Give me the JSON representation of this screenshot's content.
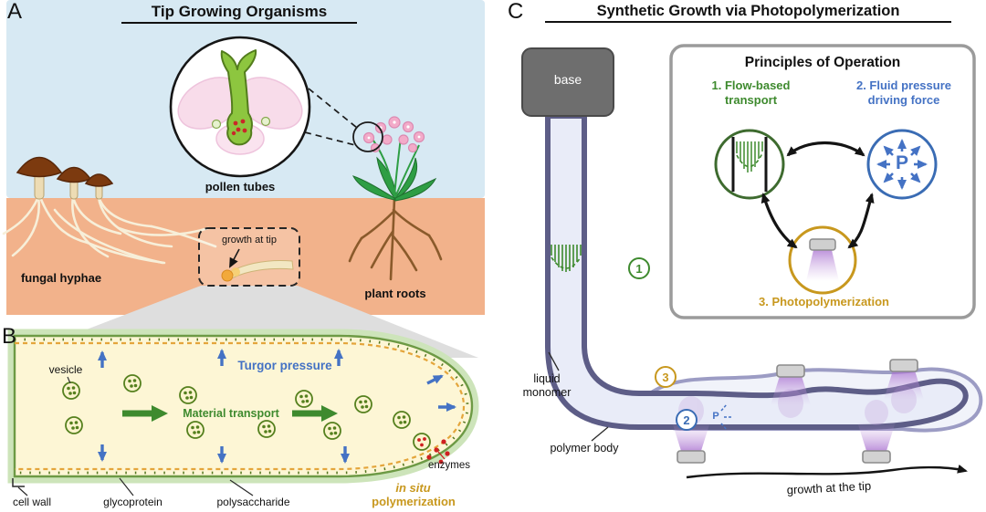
{
  "colors": {
    "sky": "#d7e9f3",
    "soil": "#f2b28b",
    "turgor_blue": "#4472c4",
    "transport_green": "#3e8a2e",
    "polymerization_gold": "#c8981e",
    "enzyme_red": "#cf2020",
    "tube_outline": "#5d5d87"
  },
  "panel_a": {
    "label": "A",
    "title": "Tip Growing Organisms",
    "pollen_tubes_label": "pollen tubes",
    "fungal_hyphae_label": "fungal hyphae",
    "plant_roots_label": "plant roots",
    "growth_at_tip_label": "growth at tip"
  },
  "panel_b": {
    "label": "B",
    "vesicle_label": "vesicle",
    "turgor_pressure_label": "Turgor pressure",
    "material_transport_label": "Material transport",
    "enzymes_label": "enzymes",
    "in_situ_line1": "in situ",
    "in_situ_line2": "polymerization",
    "cell_wall_label": "cell wall",
    "glycoprotein_label": "glycoprotein",
    "polysaccharide_label": "polysaccharide"
  },
  "panel_c": {
    "label": "C",
    "title": "Synthetic Growth via Photopolymerization",
    "base_label": "base",
    "inset": {
      "title": "Principles of Operation",
      "item1_line1": "1. Flow-based",
      "item1_line2": "transport",
      "item2_line1": "2. Fluid pressure",
      "item2_line2": "driving force",
      "item3": "3. Photopolymerization",
      "pressure_symbol": "P"
    },
    "marker_1": "1",
    "marker_2": "2",
    "marker_3": "3",
    "pressure_small": "P",
    "liquid_monomer_line1": "liquid",
    "liquid_monomer_line2": "monomer",
    "polymer_body_label": "polymer body",
    "growth_at_tip_label": "growth at the tip"
  }
}
